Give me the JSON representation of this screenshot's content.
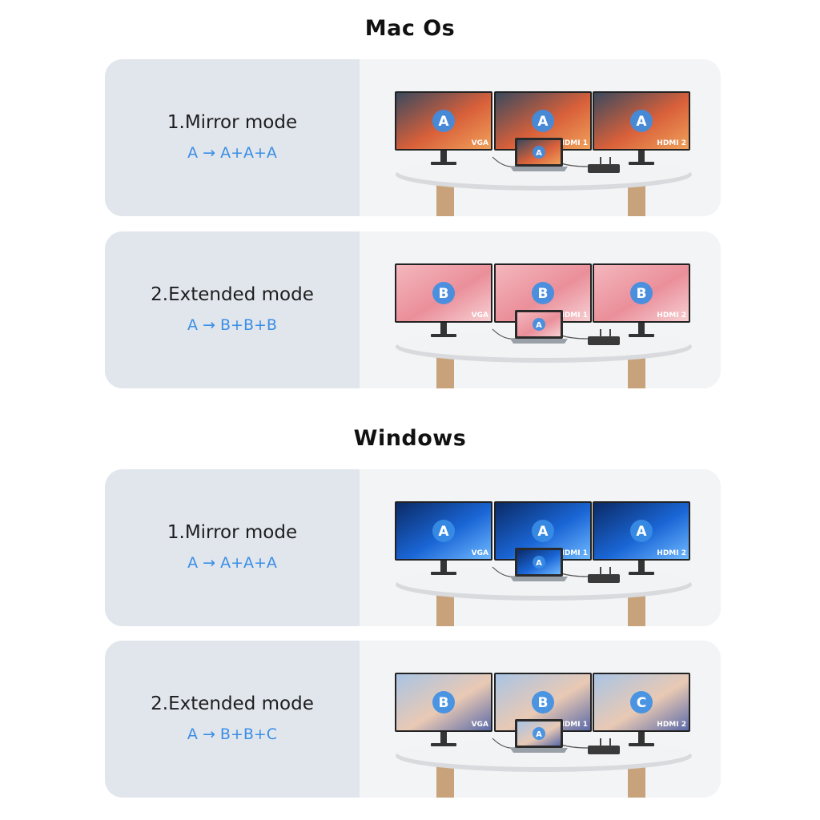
{
  "sections": [
    {
      "title": "Mac Os",
      "cards": [
        {
          "mode": "1.Mirror mode",
          "formula": "A → A+A+A",
          "theme": "mac",
          "screen_colors": [
            "#3b4a5e",
            "#d9603a",
            "#f0a05a"
          ],
          "monitors": [
            {
              "letter": "A",
              "port": "VGA"
            },
            {
              "letter": "A",
              "port": "HDMI 1"
            },
            {
              "letter": "A",
              "port": "HDMI 2"
            }
          ],
          "laptop_letter": "A"
        },
        {
          "mode": "2.Extended mode",
          "formula": "A → B+B+B",
          "theme": "pink",
          "screen_colors": [
            "#f4b7bd",
            "#ea8f9a",
            "#f7cfd2"
          ],
          "monitors": [
            {
              "letter": "B",
              "port": "VGA"
            },
            {
              "letter": "B",
              "port": "HDMI 1"
            },
            {
              "letter": "B",
              "port": "HDMI 2"
            }
          ],
          "laptop_letter": "A"
        }
      ]
    },
    {
      "title": "Windows",
      "cards": [
        {
          "mode": "1.Mirror mode",
          "formula": "A → A+A+A",
          "theme": "windows",
          "screen_colors": [
            "#0b2a66",
            "#1a66d6",
            "#6fb8ff"
          ],
          "monitors": [
            {
              "letter": "A",
              "port": "VGA"
            },
            {
              "letter": "A",
              "port": "HDMI 1"
            },
            {
              "letter": "A",
              "port": "HDMI 2"
            }
          ],
          "laptop_letter": "A"
        },
        {
          "mode": "2.Extended mode",
          "formula": "A → B+B+C",
          "theme": "abstract",
          "screen_colors": [
            "#a9c4e4",
            "#e9c9b4",
            "#5b6aa8"
          ],
          "monitors": [
            {
              "letter": "B",
              "port": "VGA"
            },
            {
              "letter": "B",
              "port": "HDMI 1"
            },
            {
              "letter": "C",
              "port": "HDMI 2"
            }
          ],
          "laptop_letter": "A"
        }
      ]
    }
  ],
  "colors": {
    "accent_blue": "#3a8ee6",
    "card_left_bg": "#e1e6ec",
    "card_right_bg": "#f3f4f6",
    "table_top": "#f2f3f5",
    "table_legs": "#c8a27a",
    "monitor_stand": "#333333"
  }
}
